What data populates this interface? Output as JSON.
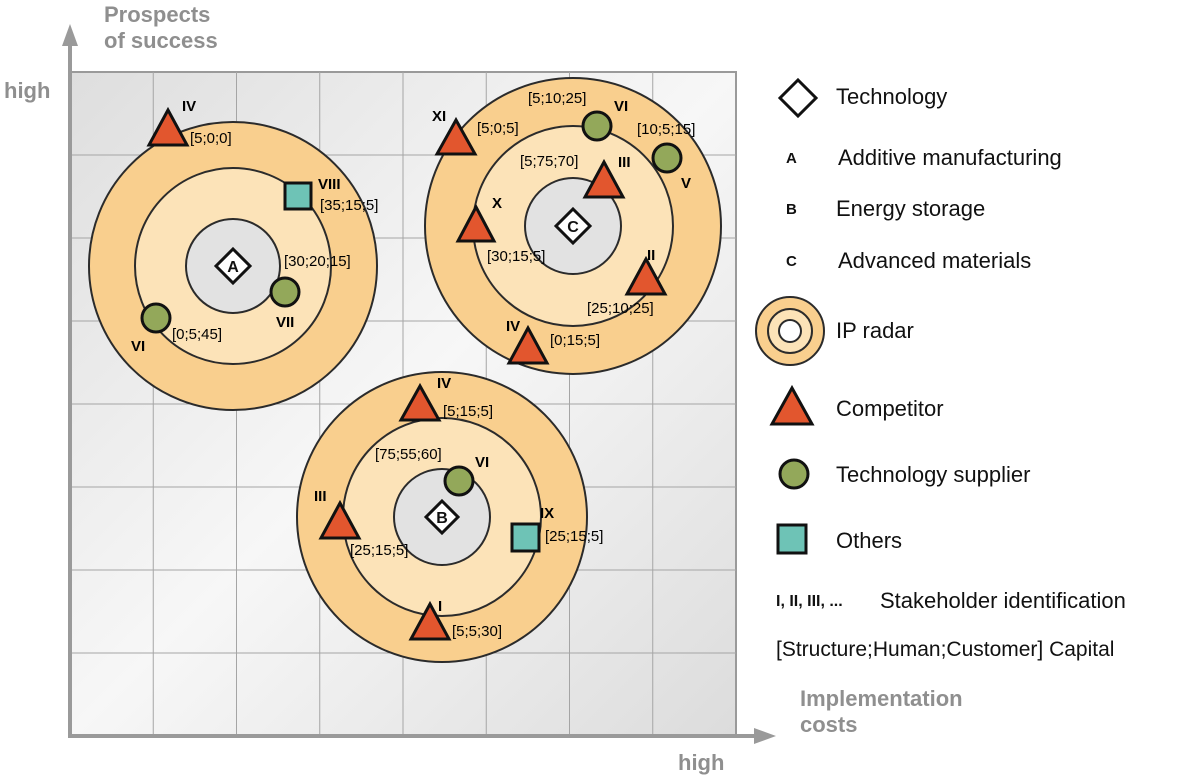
{
  "axes": {
    "y_title_line1": "Prospects",
    "y_title_line2": "of success",
    "y_high": "high",
    "x_title_line1": "Implementation",
    "x_title_line2": "costs",
    "x_high": "high"
  },
  "radars": [
    {
      "id": "A",
      "stakeholders": [
        {
          "roman": "IV",
          "type": "competitor",
          "capital": "[5;0;0]"
        },
        {
          "roman": "VIII",
          "type": "others",
          "capital": "[35;15;5]"
        },
        {
          "roman": "VII",
          "type": "supplier",
          "capital": "[30;20;15]"
        },
        {
          "roman": "VI",
          "type": "supplier",
          "capital": "[0;5;45]"
        }
      ]
    },
    {
      "id": "C",
      "stakeholders": [
        {
          "roman": "XI",
          "type": "competitor",
          "capital": "[5;0;5]"
        },
        {
          "roman": "VI",
          "type": "supplier",
          "capital": "[5;10;25]"
        },
        {
          "roman": "V",
          "type": "supplier",
          "capital": "[10;5;15]"
        },
        {
          "roman": "III",
          "type": "competitor",
          "capital": "[5;75;70]"
        },
        {
          "roman": "X",
          "type": "competitor",
          "capital": "[30;15;5]"
        },
        {
          "roman": "II",
          "type": "competitor",
          "capital": "[25;10;25]"
        },
        {
          "roman": "IV",
          "type": "competitor",
          "capital": "[0;15;5]"
        }
      ]
    },
    {
      "id": "B",
      "stakeholders": [
        {
          "roman": "IV",
          "type": "competitor",
          "capital": "[5;15;5]"
        },
        {
          "roman": "VI",
          "type": "supplier",
          "capital": "[75;55;60]"
        },
        {
          "roman": "III",
          "type": "competitor",
          "capital": "[25;15;5]"
        },
        {
          "roman": "IX",
          "type": "others",
          "capital": "[25;15;5]"
        },
        {
          "roman": "I",
          "type": "competitor",
          "capital": "[5;5;30]"
        }
      ]
    }
  ],
  "legend": {
    "technology": "Technology",
    "letter_a": "A",
    "label_a": "Additive manufacturing",
    "letter_b": "B",
    "label_b": "Energy storage",
    "letter_c": "C",
    "label_c": "Advanced materials",
    "ip_radar": "IP radar",
    "competitor": "Competitor",
    "supplier": "Technology supplier",
    "others": "Others",
    "roman_series": "I, II, III, ...",
    "stakeholder_identification": "Stakeholder identification",
    "capital": "[Structure;Human;Customer] Capital"
  },
  "colors": {
    "competitor": "#e2562e",
    "supplier": "#93a85a",
    "others": "#6ec3b6",
    "radar_outer": "#f9cf8e",
    "radar_middle": "#fce3b8",
    "grid_line": "#9a9a9a",
    "axis": "#9a9a9a"
  }
}
